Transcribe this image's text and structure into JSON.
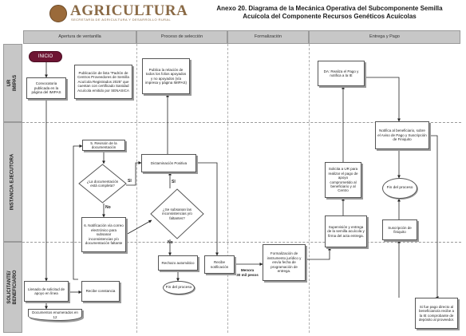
{
  "header": {
    "logo_title": "AGRICULTURA",
    "logo_subtitle": "SECRETARÍA DE AGRICULTURA Y DESARROLLO RURAL",
    "title_line1": "Anexo 20. Diagrama de la Mecánica Operativa del  Subcomponente Semilla",
    "title_line2": "Acuícola del Componente Recursos Genéticos Acuícolas"
  },
  "columns": [
    "Apertura de ventanilla",
    "Proceso de selección",
    "Formalización",
    "Entrega y Pago"
  ],
  "rows": {
    "ur": "UR\nIMIPAS",
    "ie": "INSTANCIA EJECUTORA",
    "sol": "SOLICITANTE/\nBENEFICIARIO"
  },
  "nodes": {
    "inicio": "INICIO",
    "convocatoria": "Convocatoria publicada en la página del IMIPAS",
    "publicacion": "Publicación de lista “Padrón de Centros Proveedores de Semilla Acuícola Registrados 2025” que cuentan con certificado Sanidad Acuícola emitido por SENASICA",
    "publica_relacion": "Publica la relación de todos los folios apoyados y no apoyados (vía impresa y página IMIPAS)",
    "recibe_pago": "DA: Realiza el Pago y notifica a la IE",
    "revision": "5. Revisión de la documentación",
    "documentacion_completa": "¿La documentación está completa?",
    "si_1": "SI",
    "no_1": "No",
    "notificacion": "6. Notificación vía correo electrónico para subsanar inconsistencias y/o documentación faltante",
    "dictaminacion": "Dictaminación Positiva",
    "si_2": "SI",
    "subsanan": "¿Se subsanan las inconsistencias y/o faltantes?",
    "no_2": "No",
    "rechazo": "Rechazo automático",
    "fin_1": "Fin del proceso",
    "solicita_ur": "Solicita a UR para realizar el pago de apoyo comprometido al beneficiario y al Centro",
    "supervision": "Supervisión y entrega de la semilla acuícola y firma del acta entrega.",
    "notifica_beneficiario": "Notifica al beneficiario, sobre el Aviso de Pago y Suscripción de Finiquito",
    "fin_2": "Fin del proceso",
    "suscripcion": "Suscripción de finiquito",
    "llenado": "Llenado de solicitud de apoyo en línea",
    "recibe_constancia": "Recibe constancia",
    "documentos": "Documentos enumerados en 12",
    "recibe_notificacion": "Recibe notificación",
    "menora": "Menora\n30 mil pesos",
    "formalizacion": "Formalización de instrumento jurídico y envía fecha de programación de entrega.",
    "pago_directo": "Si fue pago directo al beneficiario/a recibe a la IE comprobante de depósito al proveedor."
  }
}
